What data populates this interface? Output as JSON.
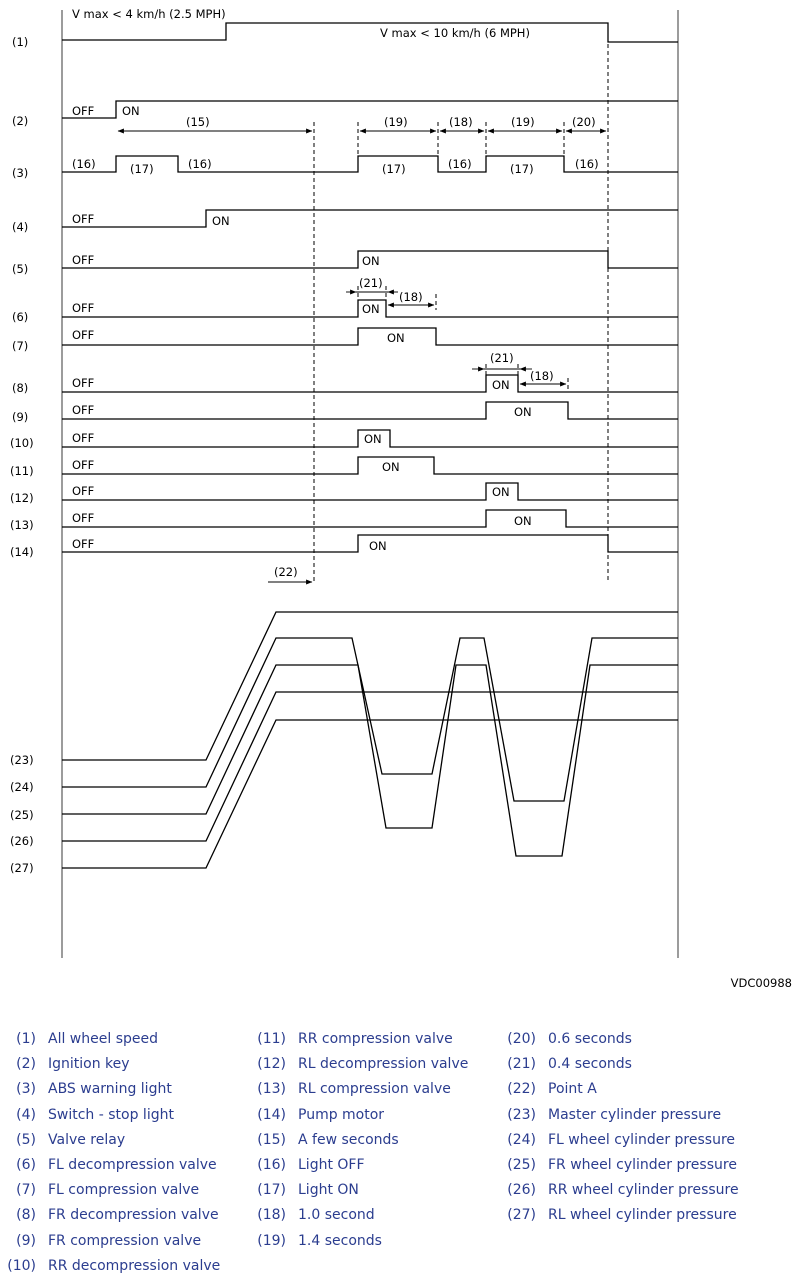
{
  "row_labels": [
    "(1)",
    "(2)",
    "(3)",
    "(4)",
    "(5)",
    "(6)",
    "(7)",
    "(8)",
    "(9)",
    "(10)",
    "(11)",
    "(12)",
    "(13)",
    "(14)",
    "(23)",
    "(24)",
    "(25)",
    "(26)",
    "(27)"
  ],
  "annotations": {
    "speed_low": "V max < 4 km/h (2.5 MPH)",
    "speed_high": "V max < 10 km/h (6 MPH)",
    "off": "OFF",
    "on": "ON",
    "l15": "(15)",
    "l16": "(16)",
    "l17": "(17)",
    "l18": "(18)",
    "l19": "(19)",
    "l20": "(20)",
    "l21": "(21)",
    "l22": "(22)"
  },
  "figure_code": "VDC00988",
  "legend": [
    {
      "num": "(1)",
      "text": "All wheel speed"
    },
    {
      "num": "(2)",
      "text": "Ignition key"
    },
    {
      "num": "(3)",
      "text": "ABS warning light"
    },
    {
      "num": "(4)",
      "text": "Switch - stop light"
    },
    {
      "num": "(5)",
      "text": "Valve relay"
    },
    {
      "num": "(6)",
      "text": "FL decompression valve"
    },
    {
      "num": "(7)",
      "text": "FL compression valve"
    },
    {
      "num": "(8)",
      "text": "FR decompression valve"
    },
    {
      "num": "(9)",
      "text": "FR compression valve"
    },
    {
      "num": "(10)",
      "text": "RR decompression valve"
    },
    {
      "num": "(11)",
      "text": "RR compression valve"
    },
    {
      "num": "(12)",
      "text": "RL decompression valve"
    },
    {
      "num": "(13)",
      "text": "RL compression valve"
    },
    {
      "num": "(14)",
      "text": "Pump motor"
    },
    {
      "num": "(15)",
      "text": "A few seconds"
    },
    {
      "num": "(16)",
      "text": "Light OFF"
    },
    {
      "num": "(17)",
      "text": "Light ON"
    },
    {
      "num": "(18)",
      "text": "1.0 second"
    },
    {
      "num": "(19)",
      "text": "1.4 seconds"
    },
    {
      "num": "(20)",
      "text": "0.6 seconds"
    },
    {
      "num": "(21)",
      "text": "0.4 seconds"
    },
    {
      "num": "(22)",
      "text": "Point A"
    },
    {
      "num": "(23)",
      "text": "Master cylinder pressure"
    },
    {
      "num": "(24)",
      "text": "FL wheel cylinder pressure"
    },
    {
      "num": "(25)",
      "text": "FR wheel cylinder pressure"
    },
    {
      "num": "(26)",
      "text": "RR wheel cylinder pressure"
    },
    {
      "num": "(27)",
      "text": "RL wheel cylinder pressure"
    }
  ]
}
